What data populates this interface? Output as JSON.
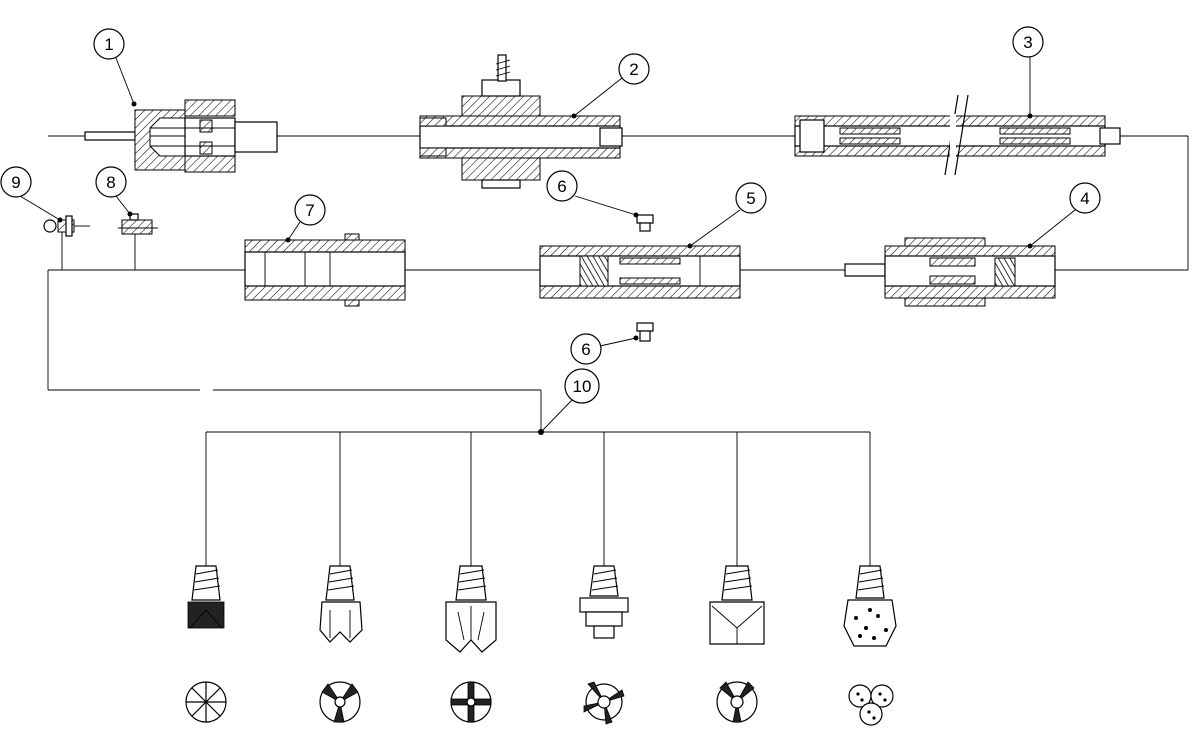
{
  "diagram": {
    "callouts": [
      {
        "id": "c1",
        "label": "1"
      },
      {
        "id": "c2",
        "label": "2"
      },
      {
        "id": "c3",
        "label": "3"
      },
      {
        "id": "c4",
        "label": "4"
      },
      {
        "id": "c5",
        "label": "5"
      },
      {
        "id": "c6a",
        "label": "6"
      },
      {
        "id": "c6b",
        "label": "6"
      },
      {
        "id": "c7",
        "label": "7"
      },
      {
        "id": "c8",
        "label": "8"
      },
      {
        "id": "c9",
        "label": "9"
      },
      {
        "id": "c10",
        "label": "10"
      }
    ],
    "drill_bits": [
      {
        "id": "bit-1",
        "icon": "cross-blade-bit-icon"
      },
      {
        "id": "bit-2",
        "icon": "three-wing-bit-icon"
      },
      {
        "id": "bit-3",
        "icon": "four-blade-bit-icon"
      },
      {
        "id": "bit-4",
        "icon": "stepped-bit-icon"
      },
      {
        "id": "bit-5",
        "icon": "three-blade-bit-icon"
      },
      {
        "id": "bit-6",
        "icon": "tricone-bit-icon"
      }
    ]
  }
}
